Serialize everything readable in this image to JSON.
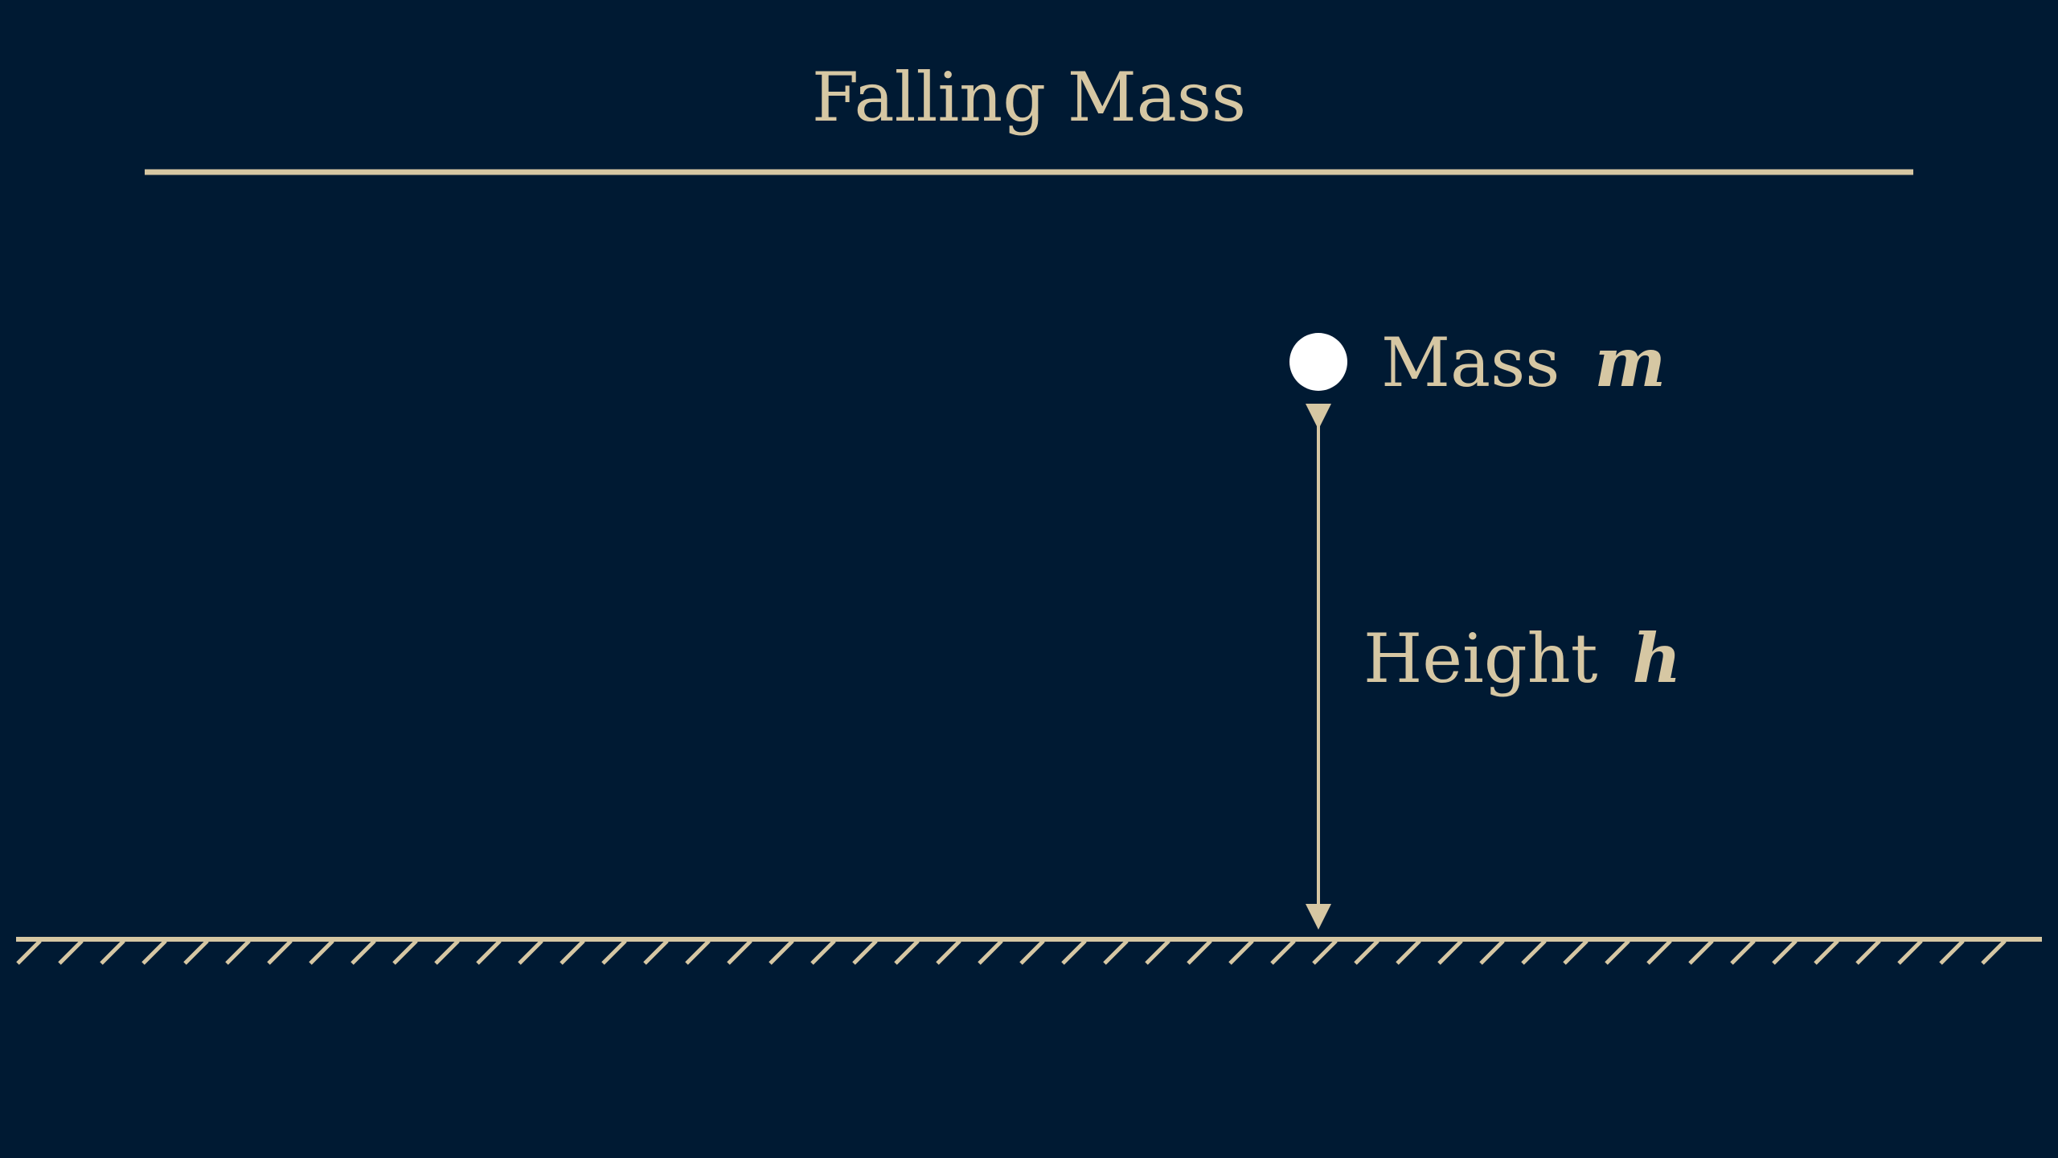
{
  "title": "Falling Mass",
  "mass": {
    "label": "Mass",
    "symbol": "m"
  },
  "height": {
    "label": "Height",
    "symbol": "h"
  },
  "colors": {
    "background": "#001a33",
    "foreground": "#d6c7a3",
    "mass_fill": "#ffffff"
  }
}
